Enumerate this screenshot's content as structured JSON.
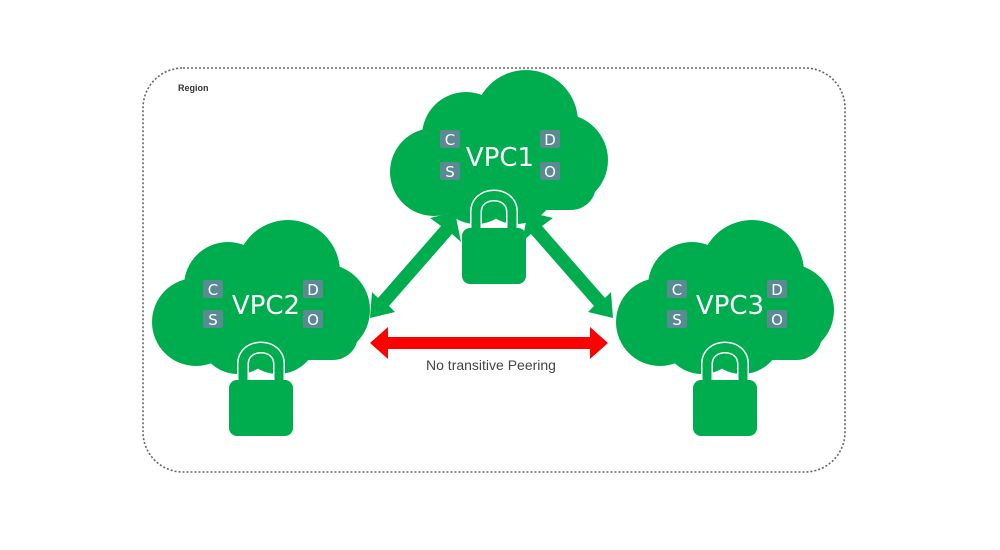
{
  "region": {
    "label": "Region"
  },
  "colors": {
    "cloud": "#00AD4E",
    "badge": "#5B8A92",
    "peering_arrow": "#00AD4E",
    "no_peering_arrow": "#FF0000",
    "region_border": "#666666"
  },
  "vpcs": [
    {
      "id": "vpc1",
      "label": "VPC1",
      "badges": [
        "C",
        "S",
        "D",
        "O"
      ],
      "icon": "padlock-icon"
    },
    {
      "id": "vpc2",
      "label": "VPC2",
      "badges": [
        "C",
        "S",
        "D",
        "O"
      ],
      "icon": "padlock-icon"
    },
    {
      "id": "vpc3",
      "label": "VPC3",
      "badges": [
        "C",
        "S",
        "D",
        "O"
      ],
      "icon": "padlock-icon"
    }
  ],
  "connections": [
    {
      "from": "VPC1",
      "to": "VPC2",
      "type": "peering"
    },
    {
      "from": "VPC1",
      "to": "VPC3",
      "type": "peering"
    },
    {
      "from": "VPC2",
      "to": "VPC3",
      "type": "no-peering"
    }
  ],
  "note": "No transitive Peering"
}
